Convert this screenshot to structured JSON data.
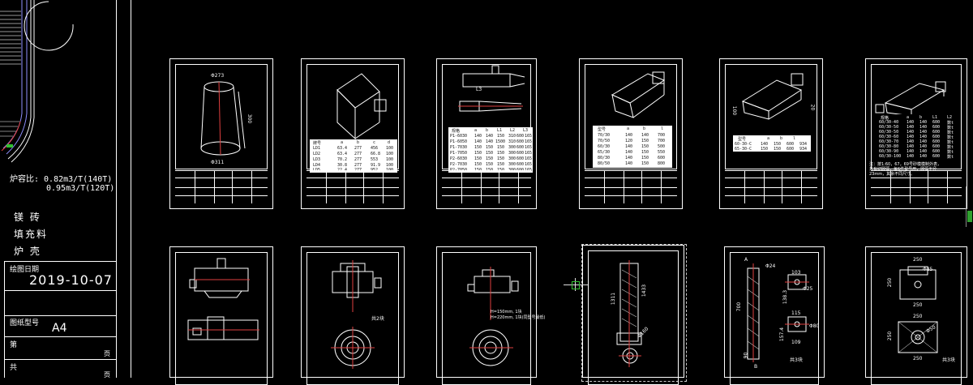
{
  "left_panel": {
    "capacity_label": "炉容比: 0.82m3/T(140T)",
    "capacity_label_2": "0.95m3/T(120T)",
    "legend": [
      "镁 砖",
      "填充料",
      "炉 壳"
    ],
    "date_label": "绘图日期",
    "date_value": "2019-10-07",
    "paper_label": "图纸型号",
    "paper_value": "A4",
    "page_label_1": "第",
    "page_suffix_1": "页",
    "page_label_2": "共",
    "page_suffix_2": "页"
  },
  "sheets": {
    "s1": {
      "d_top": "Φ273",
      "d_bot": "Φ311",
      "height": "300"
    },
    "s2": {
      "headers": [
        "牌号",
        "a",
        "b",
        "c",
        "d"
      ],
      "rows": [
        [
          "LD1",
          "63.4",
          "277",
          "456",
          "100"
        ],
        [
          "LD2",
          "63.4",
          "277",
          "66.8",
          "100"
        ],
        [
          "LD3",
          "70.2",
          "277",
          "553",
          "100"
        ],
        [
          "LD4",
          "30.8",
          "277",
          "91.9",
          "100"
        ],
        [
          "LD5",
          "22.4",
          "277",
          "952",
          "100"
        ]
      ]
    },
    "s3": {
      "dim": "L3",
      "headers": [
        "规格",
        "a",
        "b",
        "L1",
        "L2",
        "L3"
      ],
      "rows": [
        [
          "P1-6030",
          "140",
          "140",
          "150",
          "310",
          "600",
          "165"
        ],
        [
          "P1-6050",
          "140",
          "140",
          "1500",
          "310",
          "600",
          "165"
        ],
        [
          "P1-7030",
          "150",
          "150",
          "150",
          "300",
          "600",
          "165"
        ],
        [
          "P1-7050",
          "150",
          "150",
          "150",
          "300",
          "600",
          "165"
        ],
        [
          "P2-6030",
          "150",
          "150",
          "150",
          "300",
          "600",
          "165"
        ],
        [
          "P2-7030",
          "150",
          "150",
          "150",
          "300",
          "600",
          "165"
        ],
        [
          "P2-7050",
          "150",
          "150",
          "150",
          "300",
          "600",
          "165"
        ]
      ]
    },
    "s4": {
      "headers": [
        "型号",
        "a",
        "b",
        "l"
      ],
      "rows": [
        [
          "70/30",
          "140",
          "140",
          "700"
        ],
        [
          "70/50",
          "120",
          "150",
          "700"
        ],
        [
          "60/30",
          "140",
          "150",
          "500"
        ],
        [
          "65/30",
          "140",
          "150",
          "550"
        ],
        [
          "80/30",
          "140",
          "150",
          "600"
        ],
        [
          "80/50",
          "140",
          "150",
          "800"
        ]
      ]
    },
    "s5": {
      "dim_left": "100",
      "dim_right": "20",
      "headers": [
        "型号",
        "a",
        "b",
        "l"
      ],
      "rows": [
        [
          "60-30-C",
          "140",
          "150",
          "600",
          "934"
        ],
        [
          "65-30-C",
          "150",
          "150",
          "600",
          "934"
        ]
      ]
    },
    "s6": {
      "headers": [
        "规格",
        "a",
        "b",
        "L1",
        "L2"
      ],
      "rows": [
        [
          "60/30-40",
          "140",
          "140",
          "600",
          "数t"
        ],
        [
          "60/30-50",
          "140",
          "140",
          "600",
          "数t"
        ],
        [
          "60/30-50",
          "140",
          "140",
          "600",
          "数t"
        ],
        [
          "60/30-60",
          "140",
          "140",
          "600",
          "数t"
        ],
        [
          "60/30-70",
          "140",
          "140",
          "600",
          "数t"
        ],
        [
          "60/30-80",
          "140",
          "140",
          "600",
          "数t"
        ],
        [
          "60/30-90",
          "140",
          "140",
          "600",
          "数t"
        ],
        [
          "60/30-100",
          "140",
          "140",
          "600",
          "数t"
        ]
      ],
      "note1": "注：按1:60，67，69号砂模模制外表，",
      "note2": "共有切圆弧，每6件型号用，圆弧半径",
      "note3": "23mm，其余不同尺寸。"
    },
    "s8": {
      "count": "共2块"
    },
    "s9": {
      "line1": "H=150mm, 1块",
      "line2": "H=220mm, 1块(同型号最低)"
    },
    "s10": {
      "d1": "1311",
      "d2": "1433",
      "d3": "Φ160"
    },
    "s11": {
      "a": "A",
      "b": "B",
      "d24": "Φ24",
      "d103": "103",
      "d25": "Φ25",
      "d138": "138.3",
      "d115": "115",
      "d80": "Φ80",
      "d157": "157.4",
      "d109": "109",
      "d700": "700",
      "d90": "90",
      "count": "共3块"
    },
    "s12": {
      "d250a": "250",
      "d85": "Φ85",
      "d250b": "250",
      "d250c": "250",
      "d250d": "250",
      "d50": "Φ50",
      "d250e": "250",
      "d250f": "250",
      "count": "共3块"
    }
  }
}
